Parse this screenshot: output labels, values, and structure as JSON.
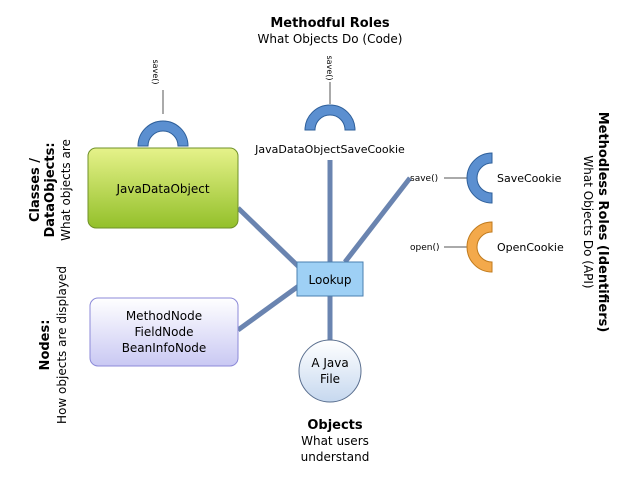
{
  "colors": {
    "connector": "#6a84b0",
    "role_blue": "#5b8fd0",
    "role_blue_stroke": "#2e5f9a",
    "role_orange": "#f3a94b",
    "role_orange_stroke": "#c07a1c",
    "class_green_top": "#e6f28a",
    "class_green_bottom": "#93c02a",
    "nodes_top": "#ffffff",
    "nodes_bottom": "#c9c8f3",
    "lookup_fill": "#9ed0f5",
    "lookup_stroke": "#4a7fb0",
    "object_top": "#ffffff",
    "object_bottom": "#c6d8ef"
  },
  "methodful": {
    "title": "Methodful Roles",
    "subtitle": "What Objects Do (Code)",
    "save_method_left": "save()",
    "save_method_center": "save()",
    "cookie_label": "JavaDataObjectSaveCookie"
  },
  "methodless": {
    "title": "Methodless Roles (Identifiers)",
    "subtitle": "What Objects Do (API)",
    "items": [
      {
        "method": "save()",
        "name": "SaveCookie",
        "icon": "blue-semicircle-icon"
      },
      {
        "method": "open()",
        "name": "OpenCookie",
        "icon": "orange-semicircle-icon"
      }
    ]
  },
  "classes": {
    "title_line1": "Classes /",
    "title_line2": "DataObjects:",
    "subtitle": "What objects are",
    "box_label": "JavaDataObject"
  },
  "nodes": {
    "title": "Nodes:",
    "subtitle": "How objects are displayed",
    "items": [
      "MethodNode",
      "FieldNode",
      "BeanInfoNode"
    ]
  },
  "lookup": {
    "label": "Lookup"
  },
  "object": {
    "label_line1": "A Java",
    "label_line2": "File",
    "title": "Objects",
    "subtitle_line1": "What users",
    "subtitle_line2": "understand"
  }
}
